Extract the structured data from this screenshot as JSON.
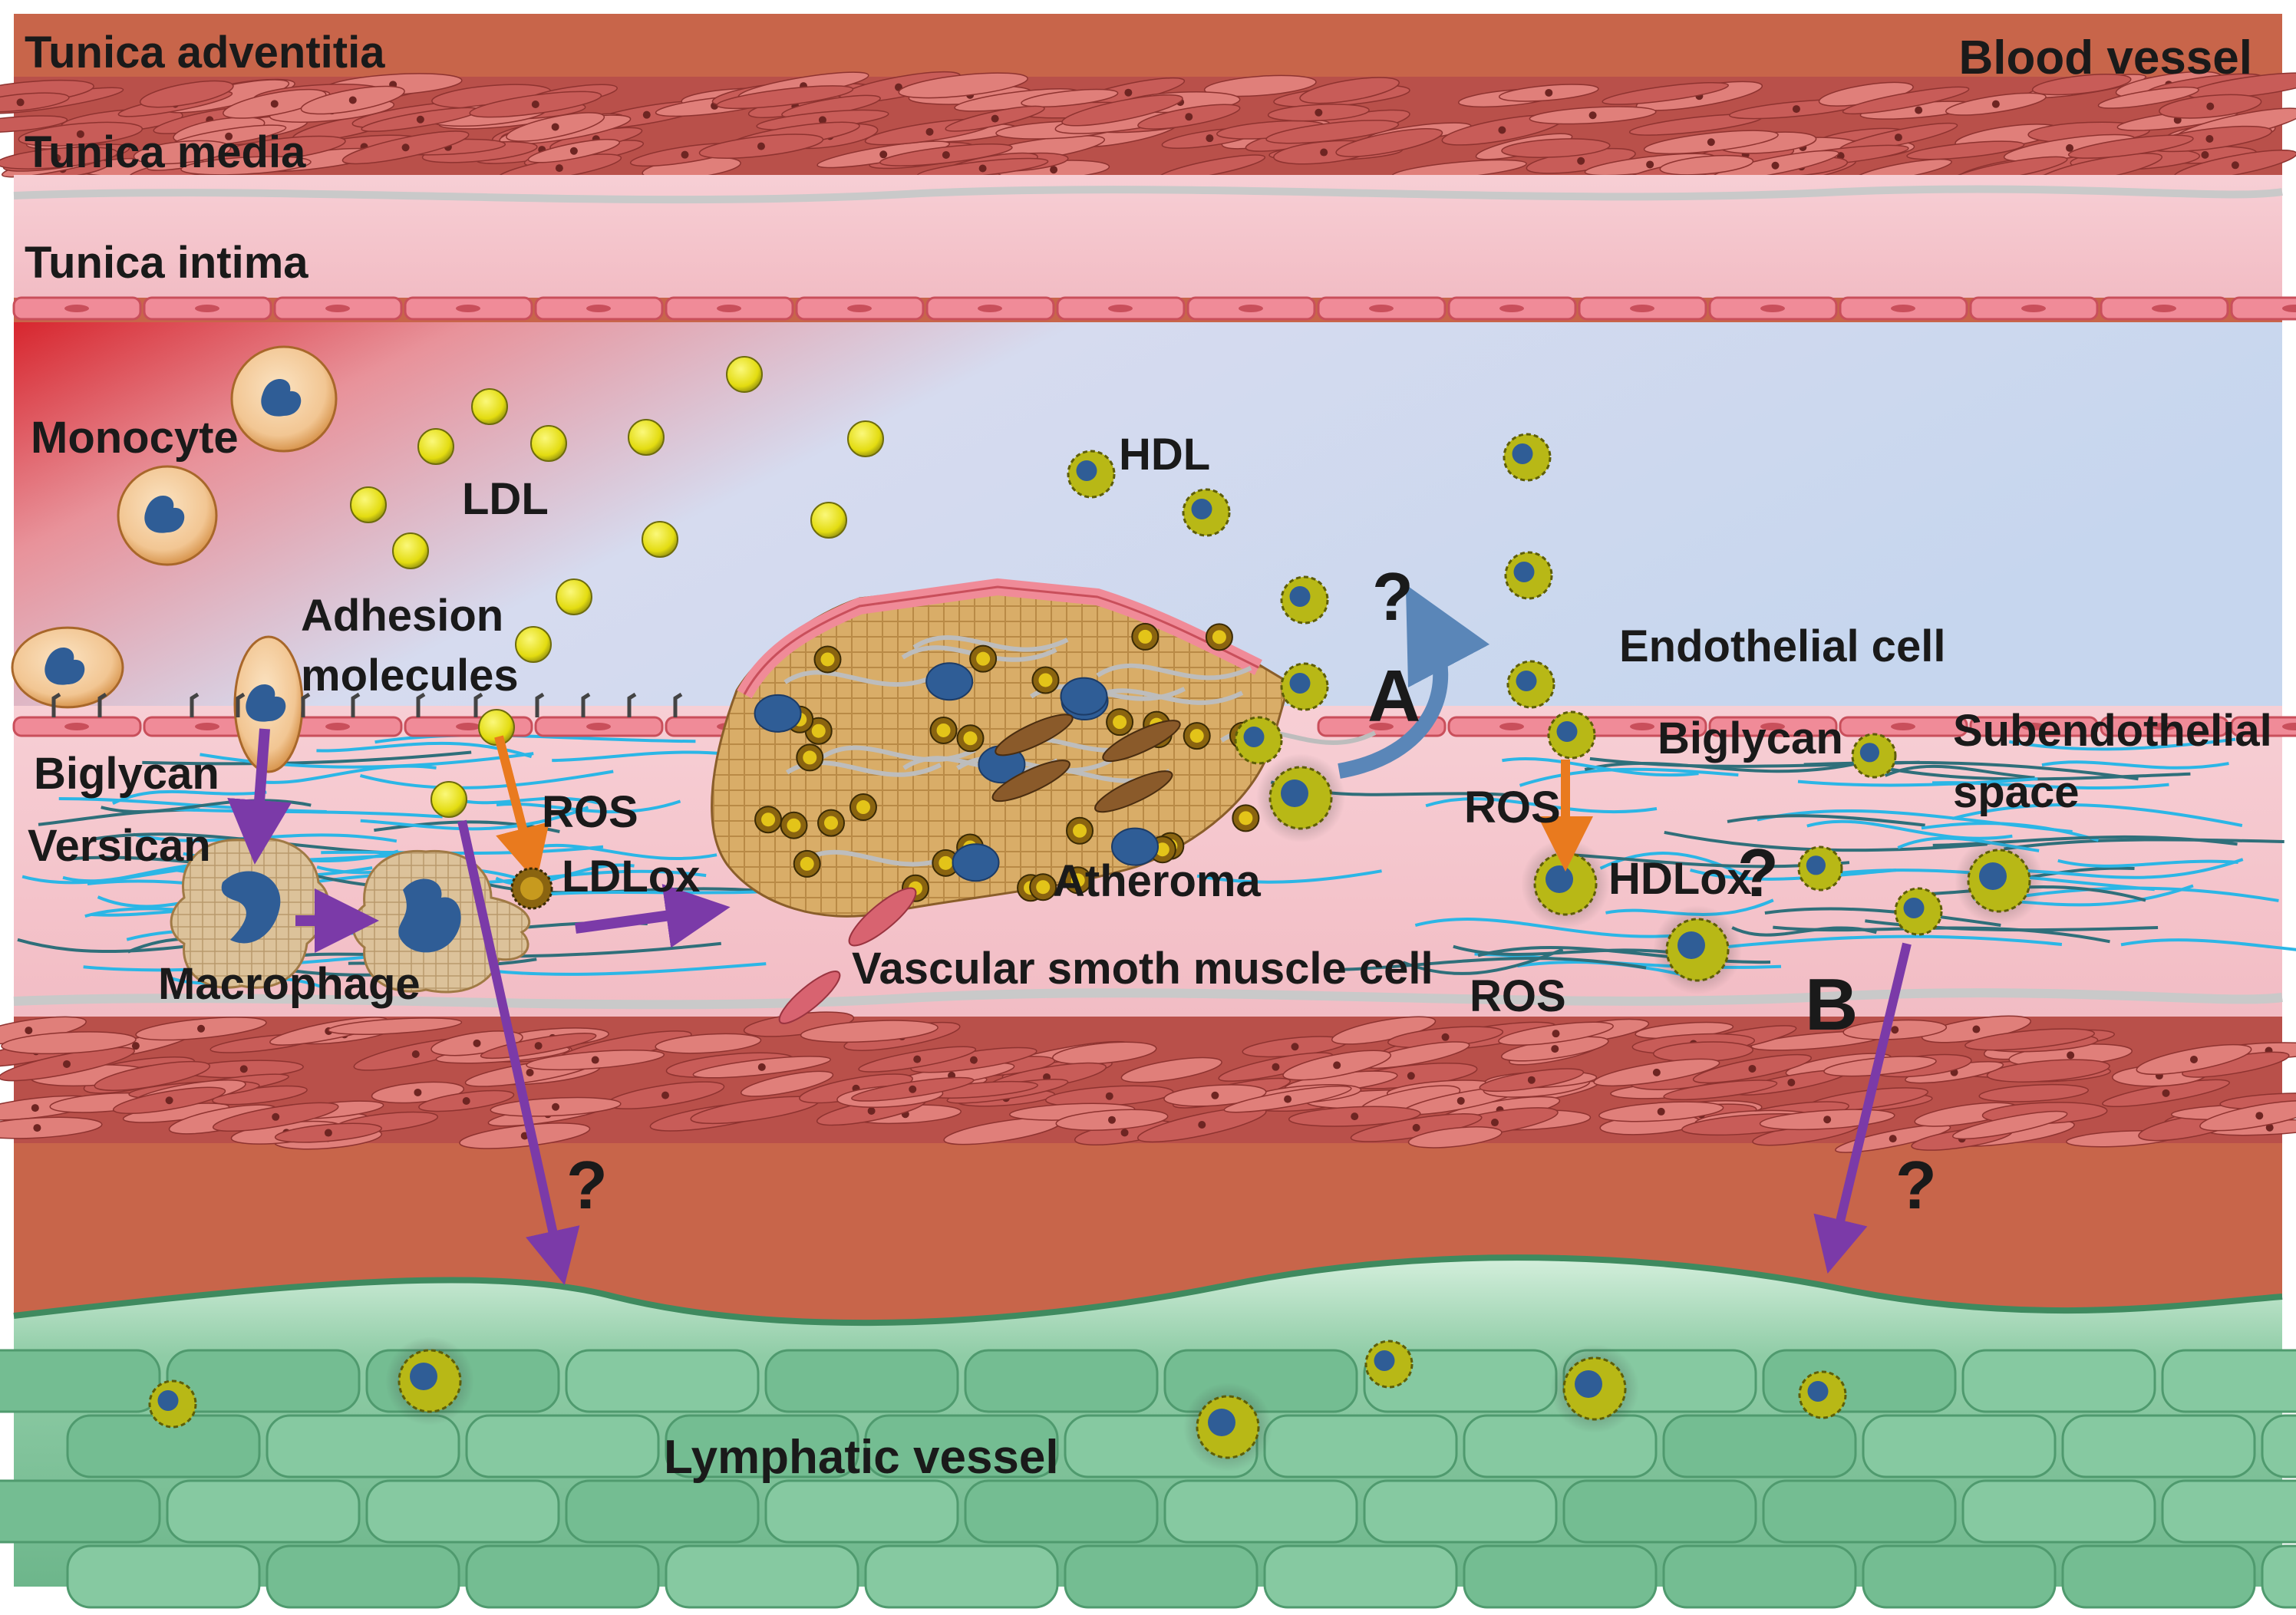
{
  "labels": {
    "tunica_adventitia": "Tunica adventitia",
    "blood_vessel": "Blood vessel",
    "tunica_media": "Tunica media",
    "tunica_intima": "Tunica intima",
    "monocyte": "Monocyte",
    "ldl": "LDL",
    "hdl": "HDL",
    "adhesion_line1": "Adhesion",
    "adhesion_line2": "molecules",
    "biglycan_left": "Biglycan",
    "versican": "Versican",
    "ros_left": "ROS",
    "ldlox": "LDLox",
    "macrophage": "Macrophage",
    "atheroma": "Atheroma",
    "vsmc": "Vascular smoth muscle cell",
    "endothelial_cell": "Endothelial cell",
    "biglycan_right": "Biglycan",
    "subendothelial_line1": "Subendothelial",
    "subendothelial_line2": "space",
    "ros_mid": "ROS",
    "hdlox": "HDLox",
    "ros_bottom": "ROS",
    "letter_a": "A",
    "letter_b": "B",
    "q1": "?",
    "q2": "?",
    "q3": "?",
    "q4": "?",
    "lymphatic_vessel": "Lymphatic vessel"
  },
  "colors": {
    "adventitia": "#c8654a",
    "media": "#b24a43",
    "intima": "#f6c9cf",
    "lumen_red": "#d7262e",
    "lumen_blue": "#c8d6ee",
    "ldl": "#e6e010",
    "hdl": "#b8b816",
    "nucleus": "#2f5d96",
    "purple_arrow": "#7b3aa8",
    "orange_arrow": "#e97a1e",
    "blue_arrow": "#5a86b8",
    "lymph_cell": "#8fcca6",
    "lymph_dark": "#5da77c",
    "fiber": "#2bb6e6",
    "atheroma": "#d6a861"
  }
}
